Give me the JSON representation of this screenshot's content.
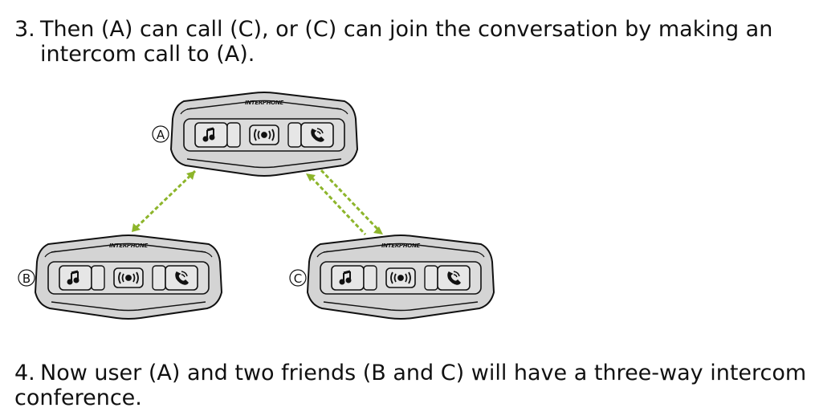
{
  "steps": [
    {
      "number": "3.",
      "text": "Then (A) can call (C), or (C) can join the conversation by making an intercom call to (A)."
    },
    {
      "number": "4.",
      "text": "Now user (A) and two friends (B and C) will have a three-way intercom conference."
    }
  ],
  "diagram": {
    "devices": [
      {
        "label": "A",
        "brand": "INTERPHONE"
      },
      {
        "label": "B",
        "brand": "INTERPHONE"
      },
      {
        "label": "C",
        "brand": "INTERPHONE"
      }
    ],
    "connection_color": "#8db52b",
    "device_fill": "#d9d9d9",
    "button_icons": [
      "music-note-icon",
      "intercom-icon",
      "phone-icon"
    ]
  }
}
